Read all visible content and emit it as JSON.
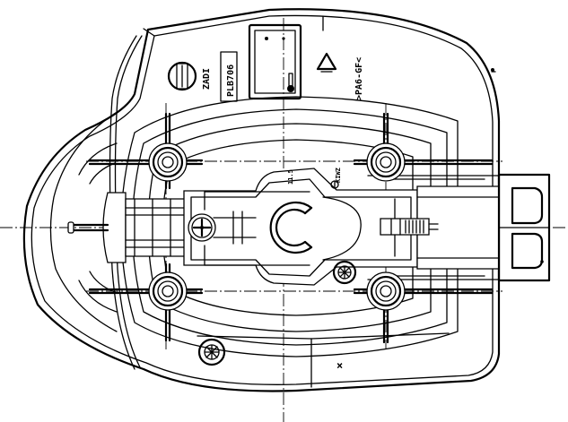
{
  "markings": {
    "part_number": "PLB706",
    "brand": "ZADI",
    "recycle_code": ">PA6-GF<",
    "boss_mark": "KIWZ",
    "dimension_mark": "11.5",
    "cross_mark": "×"
  },
  "colors": {
    "line": "#000000",
    "background": "#ffffff"
  }
}
